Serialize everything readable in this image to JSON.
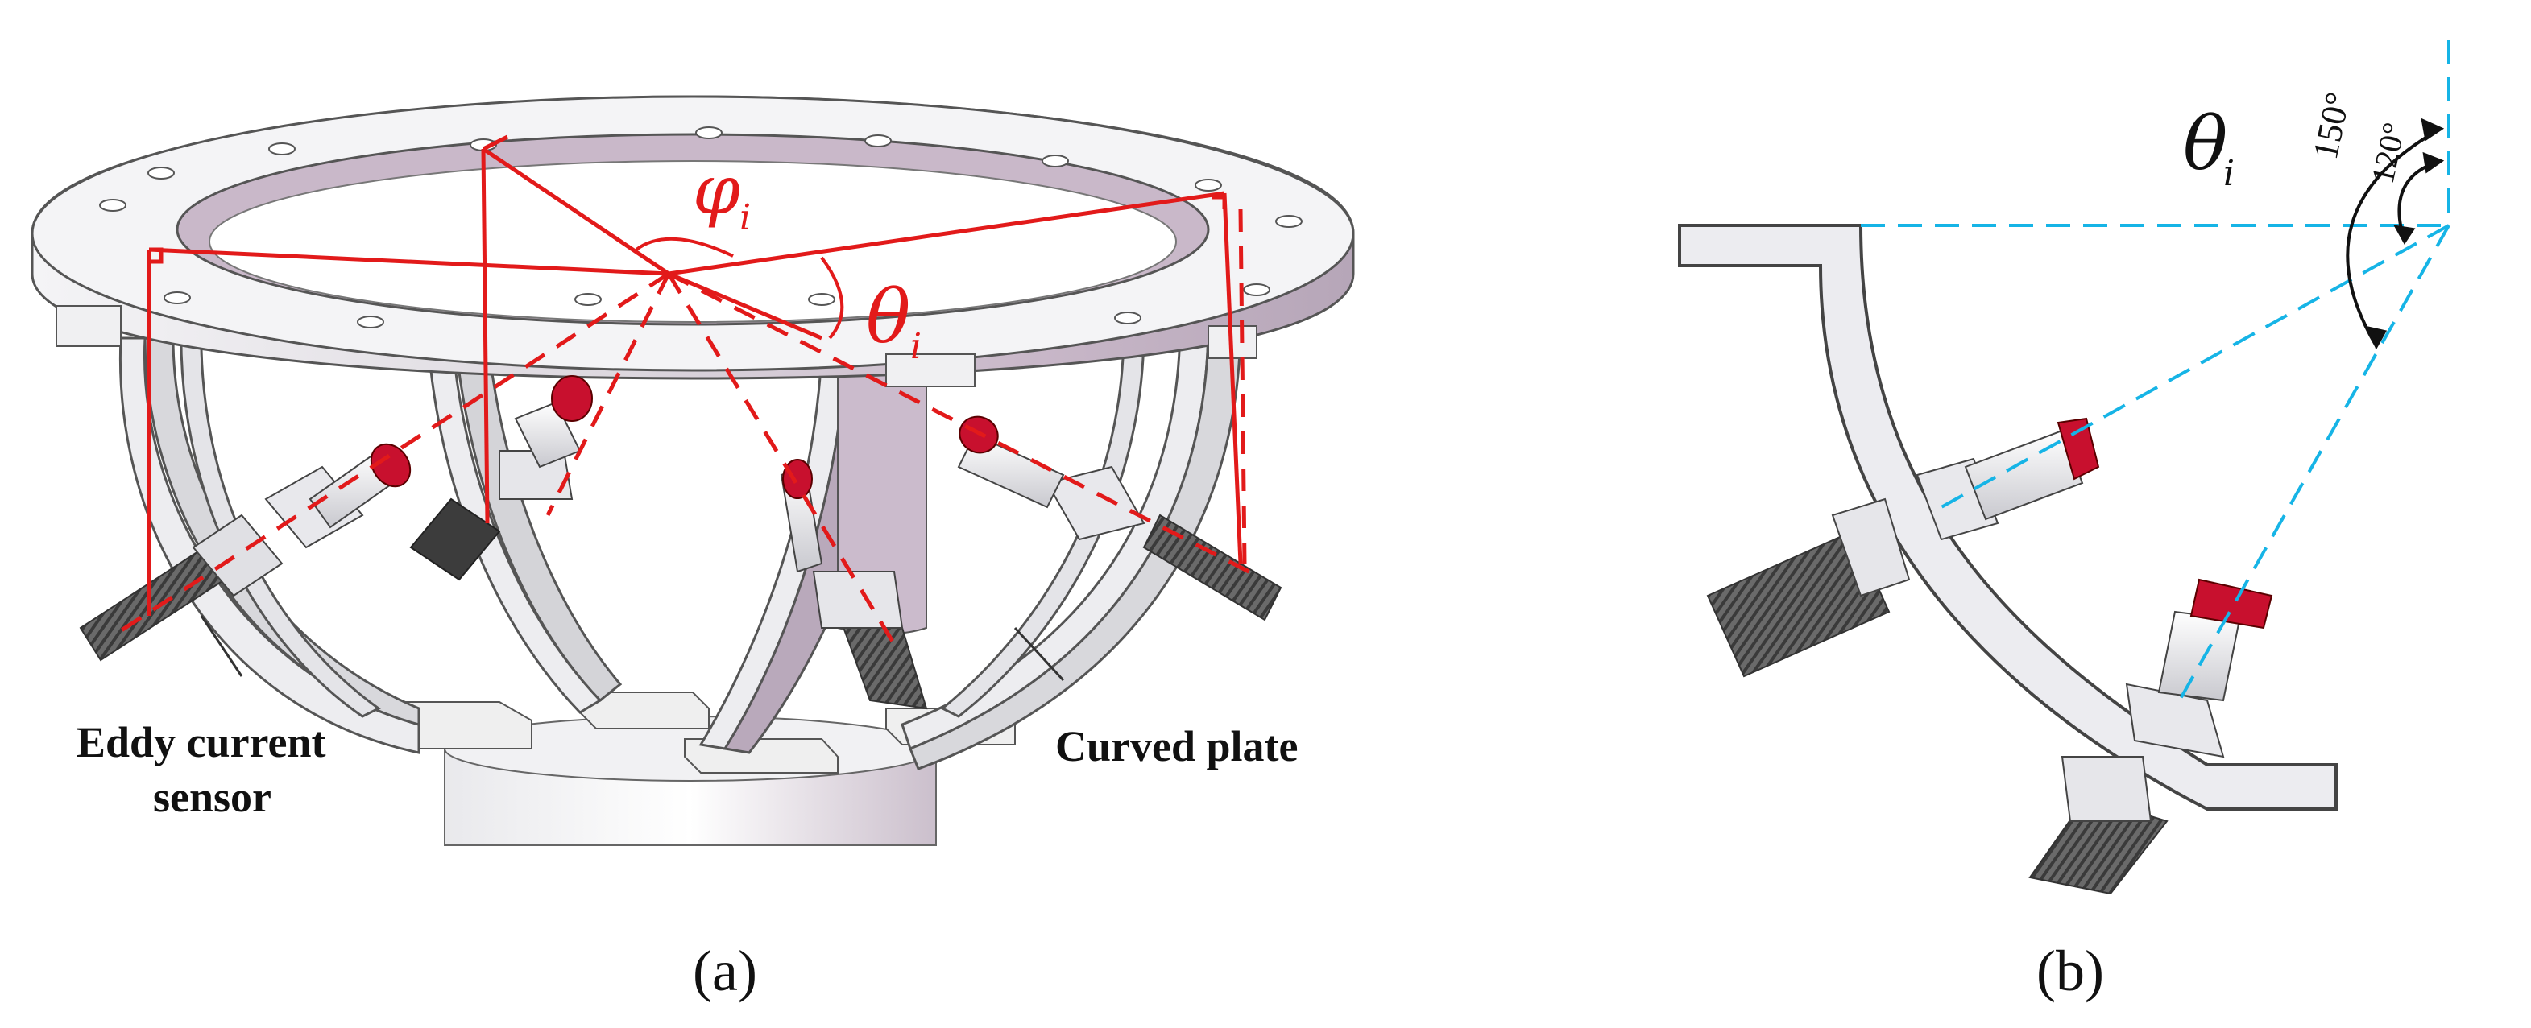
{
  "panel_a": {
    "caption": "(a)",
    "labels": {
      "sensor_line1": "Eddy current",
      "sensor_line2": "sensor",
      "plate": "Curved plate"
    },
    "symbols": {
      "phi": "φ",
      "phi_sub": "i",
      "theta": "θ",
      "theta_sub": "i"
    }
  },
  "panel_b": {
    "caption": "(b)",
    "symbols": {
      "theta": "θ",
      "theta_sub": "i"
    },
    "angles": {
      "outer": "150°",
      "inner": "120°"
    }
  },
  "colors": {
    "red_construction": "#e21a1a",
    "cyan_construction": "#16b4e6",
    "sensor_tip": "#c8102e",
    "metal_light": "#ececf0",
    "metal_edge": "#555555"
  }
}
